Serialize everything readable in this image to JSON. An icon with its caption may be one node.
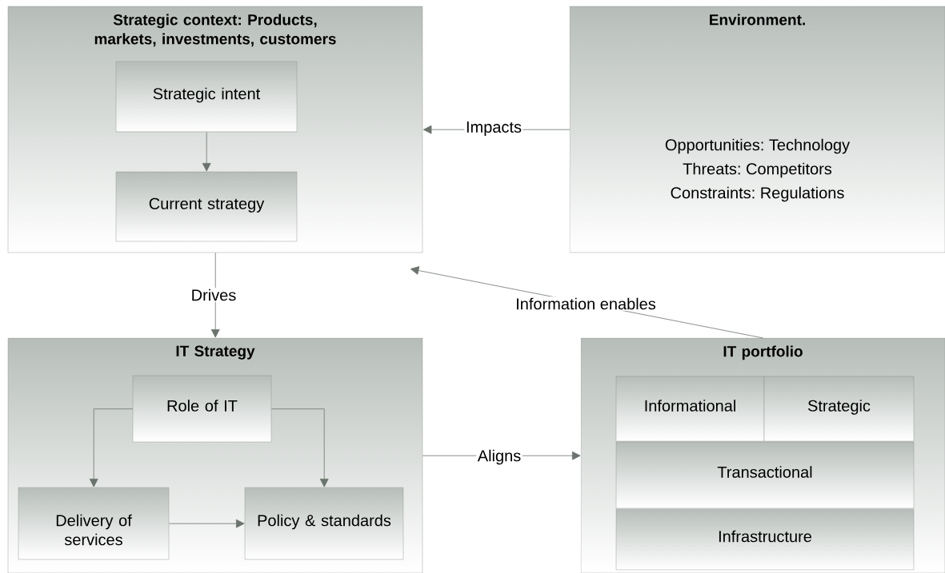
{
  "diagram": {
    "nodes": [
      {
        "text": [
          "Strategic context: Products, markets, investments, customers"
        ]
      },
      {
        "text": [
          "Strategic intent"
        ],
        "in": 0
      },
      {
        "text": [
          "Current strategy"
        ],
        "in": 0
      },
      {
        "text": [
          "Environment.",
          "Opportunities: Technology",
          "Threats: Competitors",
          "Constraints: Regulations"
        ]
      },
      {
        "text": [
          "IT Strategy"
        ]
      },
      {
        "text": [
          "Role of IT"
        ],
        "in": 4
      },
      {
        "text": [
          "Delivery of services"
        ],
        "in": 4
      },
      {
        "text": [
          "Policy & standards"
        ],
        "in": 4
      },
      {
        "text": [
          "IT portfolio"
        ]
      },
      {
        "text": [
          "Informational"
        ],
        "in": 8
      },
      {
        "text": [
          "Strategic"
        ],
        "in": 8
      },
      {
        "text": [
          "Transactional"
        ],
        "in": 8
      },
      {
        "text": [
          "Infrastructure"
        ],
        "in": 8
      }
    ],
    "edges": [
      {
        "from": 1,
        "to": 2,
        "arrow": "to"
      },
      {
        "from": 3,
        "to": 0,
        "arrow": "to",
        "label": "Impacts"
      },
      {
        "from": 0,
        "to": 4,
        "arrow": "to",
        "label": "Drives"
      },
      {
        "from": 8,
        "to": 0,
        "arrow": "to",
        "label": "Information enables"
      },
      {
        "from": 5,
        "to": 6,
        "arrow": "to"
      },
      {
        "from": 5,
        "to": 7,
        "arrow": "to"
      },
      {
        "from": 6,
        "to": 7,
        "arrow": "to"
      },
      {
        "from": 4,
        "to": 8,
        "arrow": "to",
        "label": "Aligns"
      }
    ]
  }
}
